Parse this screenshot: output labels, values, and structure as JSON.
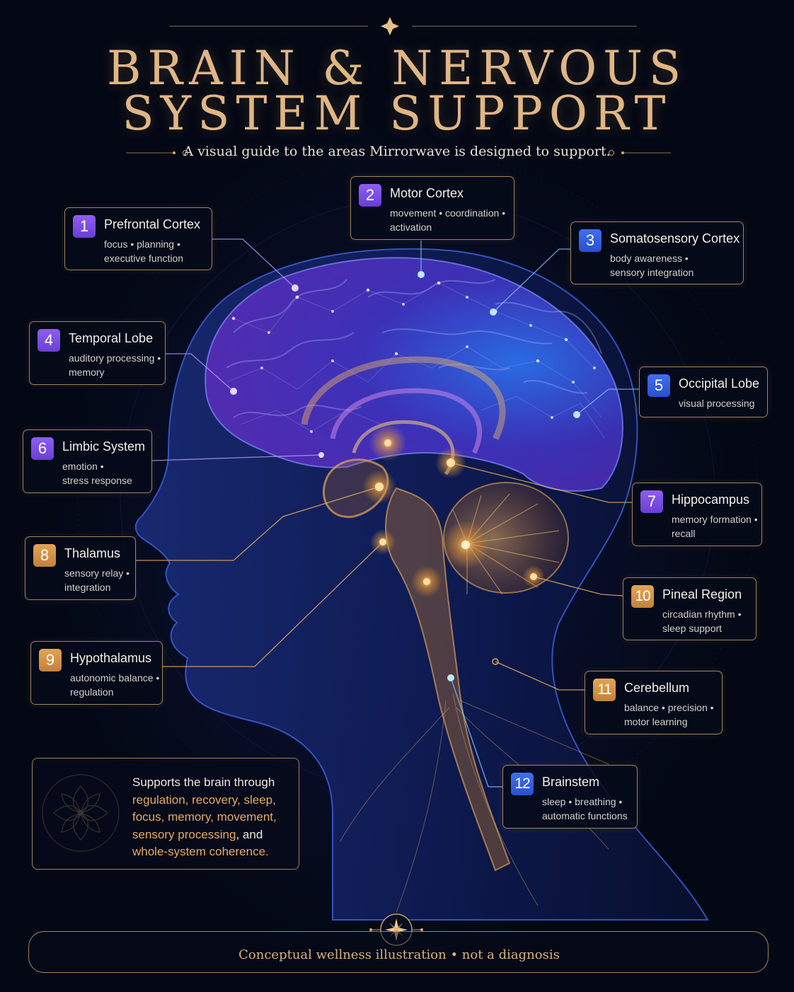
{
  "header": {
    "title_line1": "BRAIN & NERVOUS",
    "title_line2": "SYSTEM SUPPORT",
    "subtitle": "A visual guide to the areas Mirrorwave is designed to support."
  },
  "regions": [
    {
      "number": "1",
      "name": "Prefrontal Cortex",
      "line1": "focus • planning •",
      "line2": "executive function",
      "color": "#7b4fe6"
    },
    {
      "number": "2",
      "name": "Motor Cortex",
      "line1": "movement • coordination •",
      "line2": "activation",
      "color": "#6a45e0"
    },
    {
      "number": "3",
      "name": "Somatosensory Cortex",
      "line1": "body awareness •",
      "line2": "sensory integration",
      "color": "#3a63ea"
    },
    {
      "number": "4",
      "name": "Temporal Lobe",
      "line1": "auditory processing •",
      "line2": "memory",
      "color": "#7b4fe6"
    },
    {
      "number": "5",
      "name": "Occipital Lobe",
      "line1": "visual processing",
      "line2": "",
      "color": "#3a63ea"
    },
    {
      "number": "6",
      "name": "Limbic System",
      "line1": "emotion •",
      "line2": "stress response",
      "color": "#7b4fe6"
    },
    {
      "number": "7",
      "name": "Hippocampus",
      "line1": "memory formation •",
      "line2": "recall",
      "color": "#6a45e0"
    },
    {
      "number": "8",
      "name": "Thalamus",
      "line1": "sensory relay •",
      "line2": "integration",
      "color": "#d8984a"
    },
    {
      "number": "9",
      "name": "Hypothalamus",
      "line1": "autonomic balance •",
      "line2": "regulation",
      "color": "#d8984a"
    },
    {
      "number": "10",
      "name": "Pineal Region",
      "line1": "circadian rhythm •",
      "line2": "sleep support",
      "color": "#d8984a"
    },
    {
      "number": "11",
      "name": "Cerebellum",
      "line1": "balance • precision •",
      "line2": "motor learning",
      "color": "#d8984a"
    },
    {
      "number": "12",
      "name": "Brainstem",
      "line1": "sleep • breathing •",
      "line2": "automatic functions",
      "color": "#3a63ea"
    }
  ],
  "summary": {
    "intro": "Supports the brain through",
    "l2": "regulation, recovery, sleep,",
    "l3": "focus, memory, movement,",
    "l4a": "sensory processing",
    "l4b": ", and",
    "l5": "whole-system coherence."
  },
  "footer": {
    "text": "Conceptual wellness illustration • not a diagnosis"
  },
  "colors": {
    "gold": "#e0b684",
    "accent": "#e6ab5d",
    "purple": "#7b4fe6",
    "blue": "#3a63ea"
  }
}
